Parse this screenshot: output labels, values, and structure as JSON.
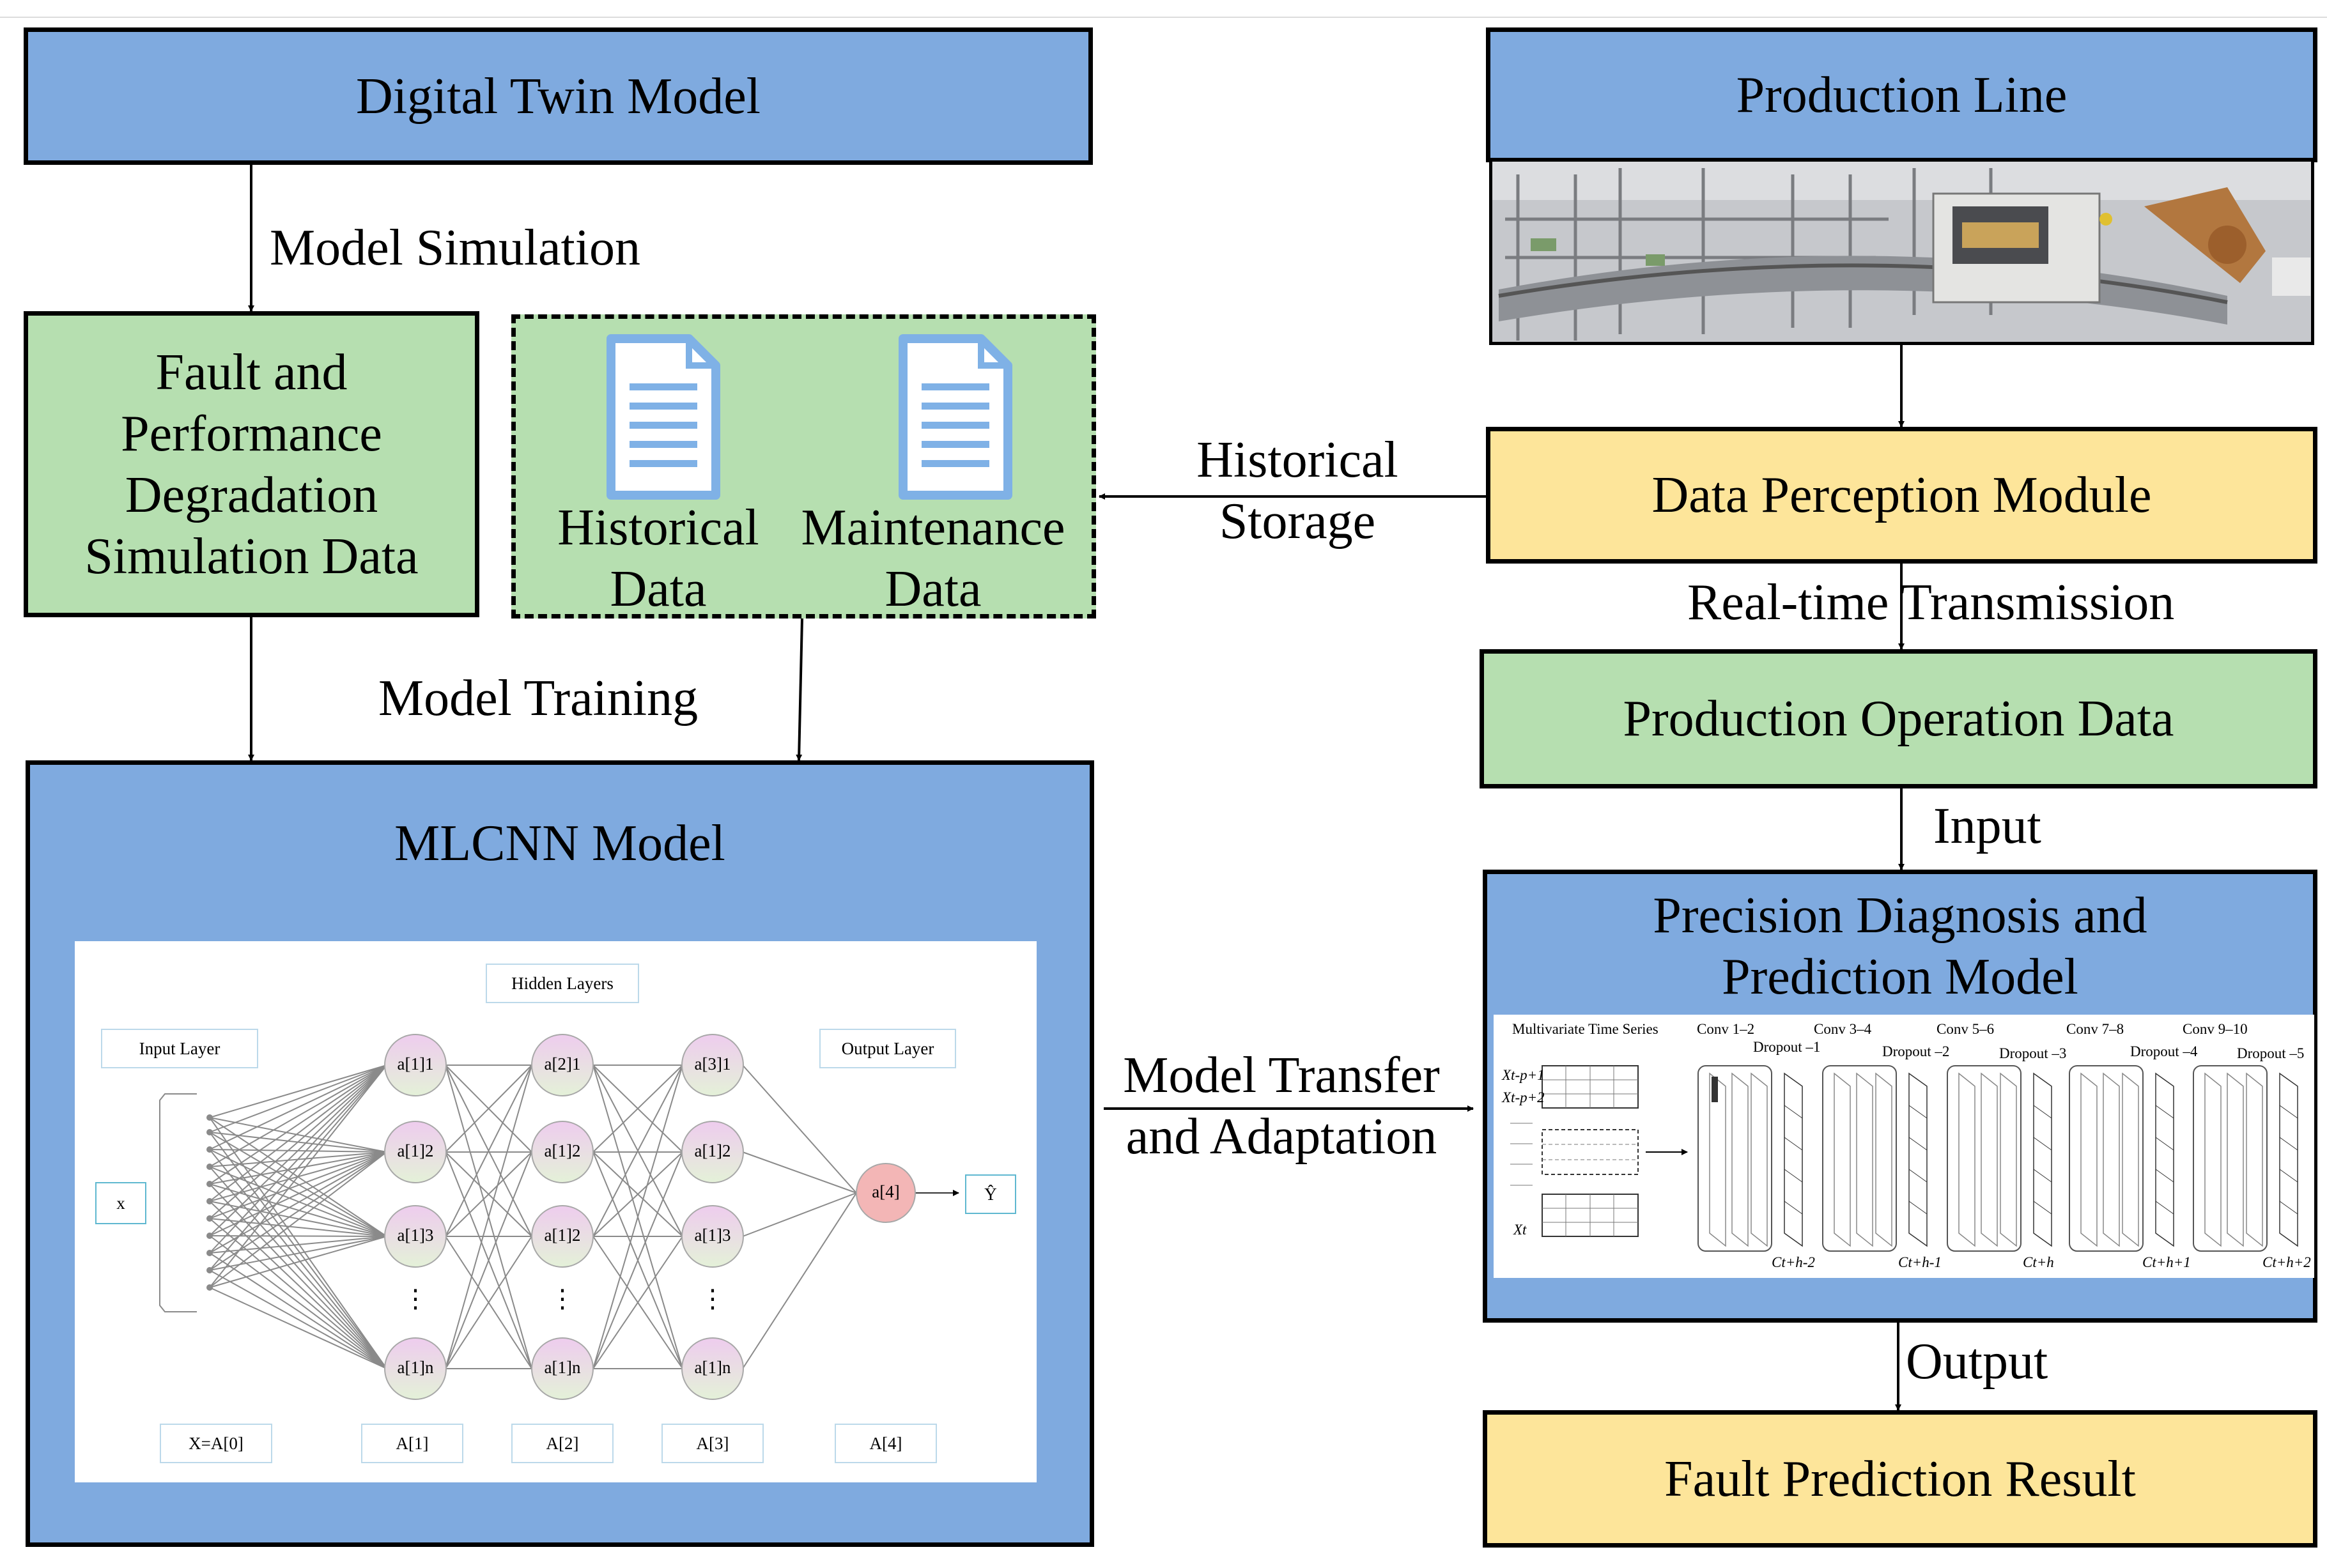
{
  "nodes": {
    "digital_twin": "Digital Twin Model",
    "fault_data": [
      "Fault and",
      "Performance",
      "Degradation",
      "Simulation Data"
    ],
    "historical_data": [
      "Historical",
      "Data"
    ],
    "maintenance_data": [
      "Maintenance",
      "Data"
    ],
    "mlcnn": "MLCNN Model",
    "production_line": "Production Line",
    "data_perception": "Data Perception Module",
    "production_operation": "Production Operation Data",
    "precision_model": [
      "Precision Diagnosis and",
      "Prediction Model"
    ],
    "fault_result": "Fault Prediction Result"
  },
  "edges": {
    "model_simulation": "Model Simulation",
    "model_training": "Model Training",
    "historical_storage": [
      "Historical",
      "Storage"
    ],
    "real_time": "Real-time Transmission",
    "input": "Input",
    "output": "Output",
    "model_transfer": [
      "Model Transfer",
      "and Adaptation"
    ]
  },
  "nn_figure": {
    "hidden_layers": "Hidden Layers",
    "input_layer": "Input Layer",
    "output_layer": "Output Layer",
    "x_label": "x",
    "y_hat": "Ŷ",
    "layer_a1": [
      "a[1]1",
      "a[1]2",
      "a[1]3",
      "⋮",
      "a[1]n"
    ],
    "layer_a2": [
      "a[2]1",
      "a[1]2",
      "a[1]2",
      "⋮",
      "a[1]n"
    ],
    "layer_a3": [
      "a[3]1",
      "a[1]2",
      "a[1]3",
      "⋮",
      "a[1]n"
    ],
    "out_node": "a[4]",
    "bottom_labels": [
      "X=A[0]",
      "A[1]",
      "A[2]",
      "A[3]",
      "A[4]"
    ]
  },
  "cnn_figure": {
    "series_title": "Multivariate Time Series",
    "rows": [
      "Xt-p+1",
      "Xt-p+2",
      "Xt"
    ],
    "conv_labels": [
      "Conv 1–2",
      "Conv 3–4",
      "Conv 5–6",
      "Conv 7–8",
      "Conv 9–10"
    ],
    "dropout_labels": [
      "Dropout –1",
      "Dropout –2",
      "Dropout –3",
      "Dropout –4",
      "Dropout –5"
    ],
    "c_labels": [
      "Ct+h-2",
      "Ct+h-1",
      "Ct+h",
      "Ct+h+1",
      "Ct+h+2"
    ]
  },
  "colors": {
    "blue": "#7faadf",
    "green": "#b6dfb0",
    "yellow": "#fde59a",
    "doc_icon": "#7fb1e6",
    "node_purple": "#e6cce8",
    "node_red": "#f2b3b3"
  }
}
